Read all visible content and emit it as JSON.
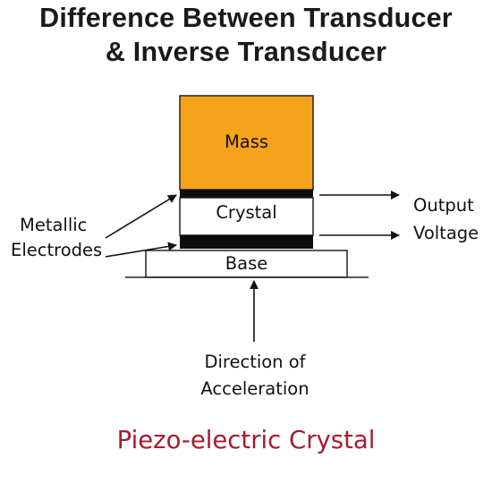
{
  "title": {
    "line1": "Difference Between Transducer",
    "line2": "& Inverse Transducer"
  },
  "diagram": {
    "mass_label": "Mass",
    "crystal_label": "Crystal",
    "base_label": "Base",
    "electrodes_label_line1": "Metallic",
    "electrodes_label_line2": "Electrodes",
    "output_label_line1": "Output",
    "output_label_line2": "Voltage",
    "direction_label_line1": "Direction of",
    "direction_label_line2": "Acceleration"
  },
  "caption": "Piezo-electric Crystal",
  "colors": {
    "mass_fill": "#f5a31c",
    "electrode_fill": "#0d0d0d",
    "caption_color": "#a51c30"
  }
}
